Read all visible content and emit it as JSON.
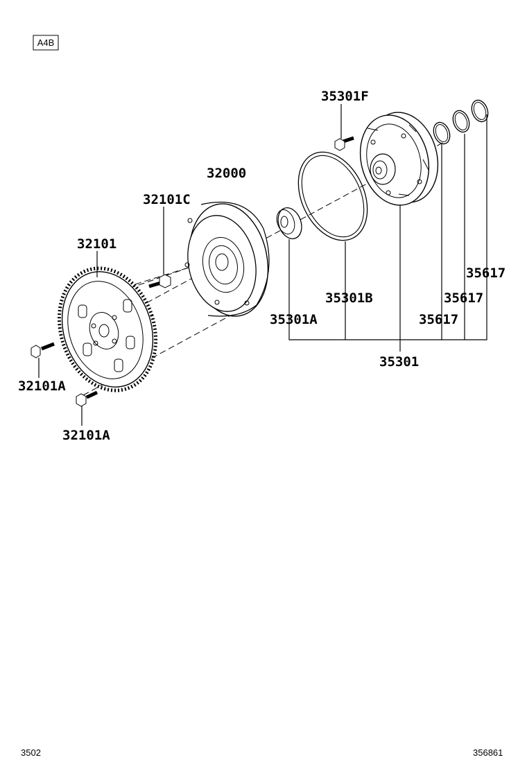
{
  "badge": "A4B",
  "labels": {
    "p35301F": "35301F",
    "p32000": "32000",
    "p32101C": "32101C",
    "p32101": "32101",
    "p35617a": "35617",
    "p35617b": "35617",
    "p35617c": "35617",
    "p35301B": "35301B",
    "p35301A": "35301A",
    "p35301": "35301",
    "p32101A_top": "32101A",
    "p32101A_bottom": "32101A"
  },
  "footer": {
    "left": "3502",
    "right": "356861"
  }
}
